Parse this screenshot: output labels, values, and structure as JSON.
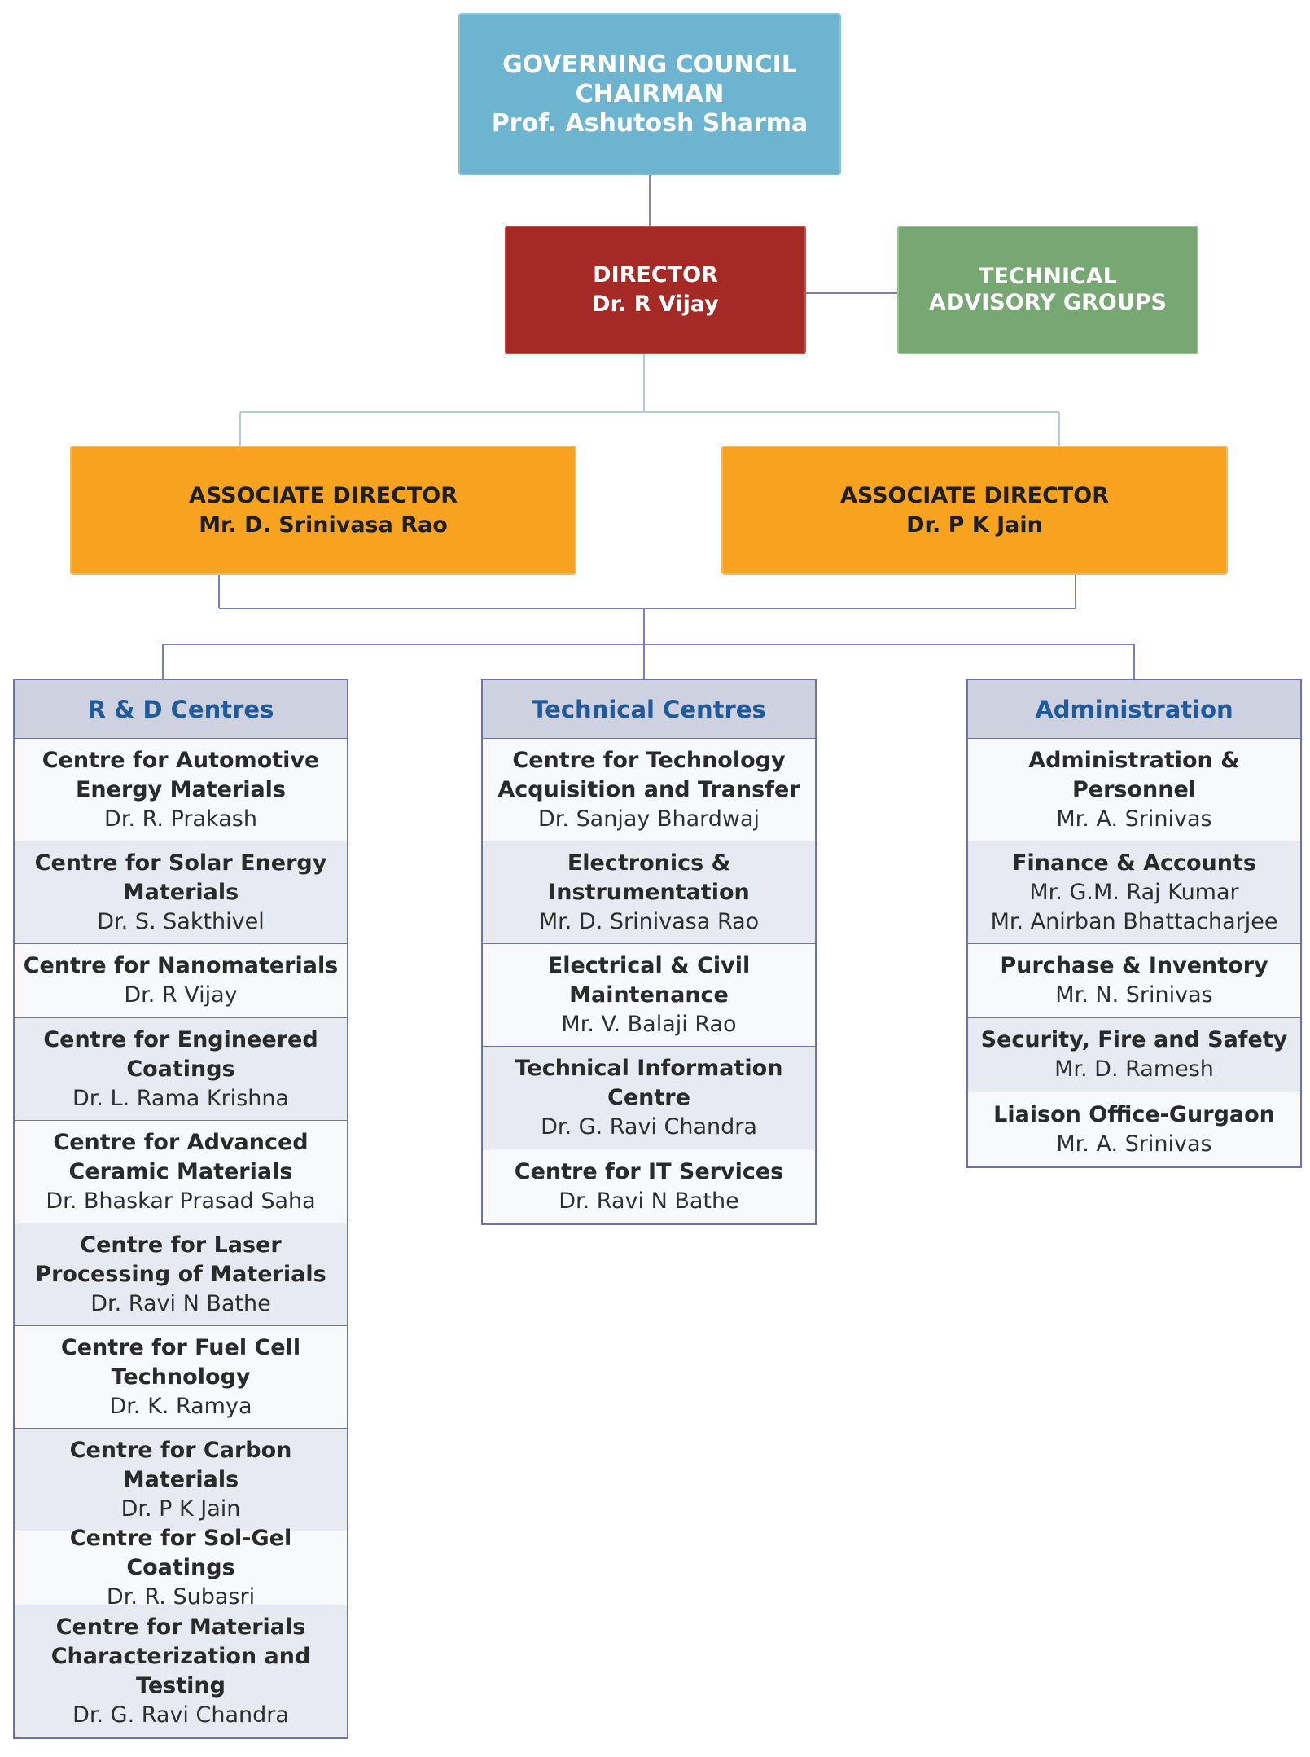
{
  "governing_council": {
    "line1": "GOVERNING COUNCIL",
    "line2": "CHAIRMAN",
    "name": "Prof. Ashutosh Sharma"
  },
  "director": {
    "title": "DIRECTOR",
    "name": "Dr. R Vijay"
  },
  "technical_advisory": {
    "label": "TECHNICAL ADVISORY GROUPS"
  },
  "associate_directors": [
    {
      "title": "ASSOCIATE DIRECTOR",
      "name": "Mr. D. Srinivasa Rao"
    },
    {
      "title": "ASSOCIATE DIRECTOR",
      "name": "Dr. P K Jain"
    }
  ],
  "rd_centres": {
    "heading": "R & D Centres",
    "items": [
      {
        "title": "Centre for Automotive Energy Materials",
        "people": [
          "Dr. R. Prakash"
        ]
      },
      {
        "title": "Centre for Solar Energy Materials",
        "people": [
          "Dr. S. Sakthivel"
        ]
      },
      {
        "title": "Centre for Nanomaterials",
        "people": [
          "Dr. R Vijay"
        ]
      },
      {
        "title": "Centre for Engineered Coatings",
        "people": [
          "Dr. L. Rama Krishna"
        ]
      },
      {
        "title": "Centre for Advanced Ceramic Materials",
        "people": [
          "Dr. Bhaskar Prasad Saha"
        ]
      },
      {
        "title": "Centre for Laser Processing of Materials",
        "people": [
          "Dr. Ravi N Bathe"
        ]
      },
      {
        "title": "Centre for Fuel Cell Technology",
        "people": [
          "Dr. K. Ramya"
        ]
      },
      {
        "title": "Centre for Carbon Materials",
        "people": [
          "Dr. P K Jain"
        ]
      },
      {
        "title": "Centre for Sol-Gel Coatings",
        "people": [
          "Dr. R. Subasri"
        ]
      },
      {
        "title": "Centre for Materials Characterization and Testing",
        "people": [
          "Dr. G. Ravi Chandra"
        ]
      }
    ]
  },
  "technical_centres": {
    "heading": "Technical Centres",
    "items": [
      {
        "title": "Centre for Technology Acquisition and Transfer",
        "people": [
          "Dr. Sanjay Bhardwaj"
        ]
      },
      {
        "title": "Electronics & Instrumentation",
        "people": [
          "Mr. D. Srinivasa Rao"
        ]
      },
      {
        "title": "Electrical & Civil Maintenance",
        "people": [
          "Mr. V. Balaji Rao"
        ]
      },
      {
        "title": "Technical Information Centre",
        "people": [
          "Dr. G. Ravi Chandra"
        ]
      },
      {
        "title": "Centre for IT Services",
        "people": [
          "Dr. Ravi N Bathe"
        ]
      }
    ]
  },
  "administration": {
    "heading": "Administration",
    "items": [
      {
        "title": "Administration & Personnel",
        "people": [
          "Mr. A. Srinivas"
        ]
      },
      {
        "title": "Finance & Accounts",
        "people": [
          "Mr. G.M. Raj Kumar",
          "Mr. Anirban Bhattacharjee"
        ]
      },
      {
        "title": "Purchase & Inventory",
        "people": [
          "Mr. N. Srinivas"
        ]
      },
      {
        "title": "Security, Fire and Safety",
        "people": [
          "Mr. D. Ramesh"
        ]
      },
      {
        "title": "Liaison Office-Gurgaon",
        "people": [
          "Mr. A. Srinivas"
        ]
      }
    ]
  },
  "colors": {
    "governing_council": "#6cb4cf",
    "director": "#a52a26",
    "technical_advisory": "#77a874",
    "associate_director": "#f7a320",
    "column_header": "#ced1e0",
    "column_heading_text": "#1e5a9c",
    "connector": "#7a7fb5"
  }
}
